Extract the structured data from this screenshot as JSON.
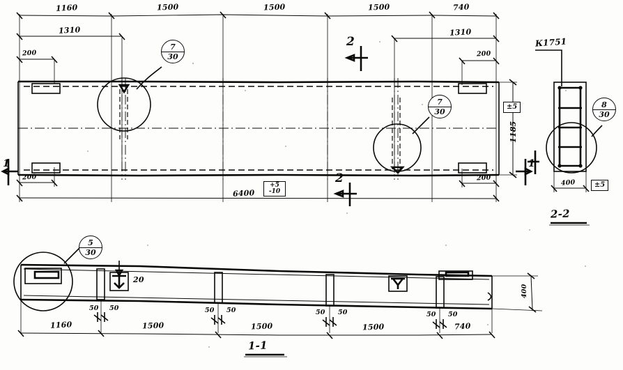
{
  "drawing": {
    "type": "reinforced-concrete-beam-shop-drawing",
    "sheet_bg": "#fdfdfb",
    "ink": "#0a0a0a"
  },
  "plan_view": {
    "top_dimension_chain": [
      "1160",
      "1500",
      "1500",
      "1500",
      "740"
    ],
    "sub_dimension_left": "1310",
    "sub_dimension_right": "1310",
    "edge_offset_left_top": "200",
    "edge_offset_right_top": "200",
    "edge_offset_left_bottom": "200",
    "edge_offset_right_bottom": "200",
    "overall_length": "6400",
    "overall_length_tolerance_upper": "+5",
    "overall_length_tolerance_lower": "-10",
    "width_dimension": "1185",
    "width_tolerance": "±5",
    "section_marker_left": "1",
    "section_marker_right": "1",
    "section_marker_top": "2",
    "section_marker_bottom": "2",
    "detail_bubbles": [
      {
        "detail": "7",
        "sheet": "30"
      },
      {
        "detail": "7",
        "sheet": "30"
      }
    ]
  },
  "cross_section_2_2": {
    "title": "2-2",
    "part_label": "К1751",
    "width": "400",
    "width_tolerance": "±5",
    "detail_bubble": {
      "detail": "8",
      "sheet": "30"
    }
  },
  "elevation_1_1": {
    "title": "1-1",
    "bottom_dimension_chain": [
      "1160",
      "1500",
      "1500",
      "1500",
      "740"
    ],
    "rib_offsets": [
      "50",
      "50",
      "50",
      "50",
      "50",
      "50",
      "50",
      "50"
    ],
    "height": "400",
    "insert_note": "20",
    "detail_bubble": {
      "detail": "5",
      "sheet": "30"
    }
  }
}
